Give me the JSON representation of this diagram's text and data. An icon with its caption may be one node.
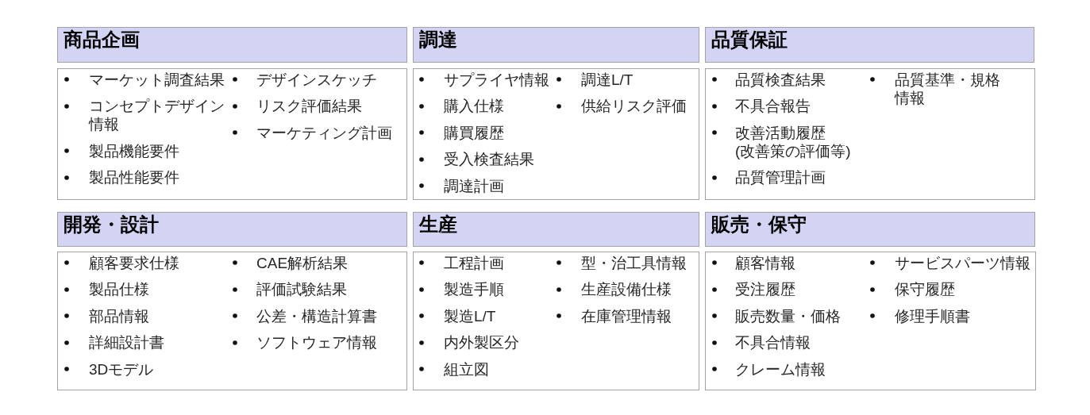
{
  "diagram": {
    "nodes": [
      {
        "text": [
          "商品企画"
        ]
      },
      {
        "text": [
          "マーケット調査結果",
          "コンセプトデザイン情報",
          "製品機能要件",
          "製品性能要件",
          "デザインスケッチ",
          "リスク評価結果",
          "マーケティング計画"
        ]
      },
      {
        "text": [
          "調達"
        ]
      },
      {
        "text": [
          "サプライヤ情報",
          "購入仕様",
          "購買履歴",
          "受入検査結果",
          "調達計画",
          "調達L/T",
          "供給リスク評価"
        ]
      },
      {
        "text": [
          "品質保証"
        ]
      },
      {
        "text": [
          "品質検査結果",
          "不具合報告",
          "改善活動履歴(改善策の評価等)",
          "品質管理計画",
          "品質基準・規格情報"
        ]
      },
      {
        "text": [
          "開発・設計"
        ]
      },
      {
        "text": [
          "顧客要求仕様",
          "製品仕様",
          "部品情報",
          "詳細設計書",
          "3Dモデル",
          "CAE解析結果",
          "評価試験結果",
          "公差・構造計算書",
          "ソフトウェア情報"
        ]
      },
      {
        "text": [
          "生産"
        ]
      },
      {
        "text": [
          "工程計画",
          "製造手順",
          "製造L/T",
          "内外製区分",
          "組立図",
          "型・治工具情報",
          "生産設備仕様",
          "在庫管理情報"
        ]
      },
      {
        "text": [
          "販売・保守"
        ]
      },
      {
        "text": [
          "顧客情報",
          "受注履歴",
          "販売数量・価格",
          "不具合情報",
          "クレーム情報",
          "サービスパーツ情報",
          "保守履歴",
          "修理手順書"
        ]
      }
    ]
  }
}
